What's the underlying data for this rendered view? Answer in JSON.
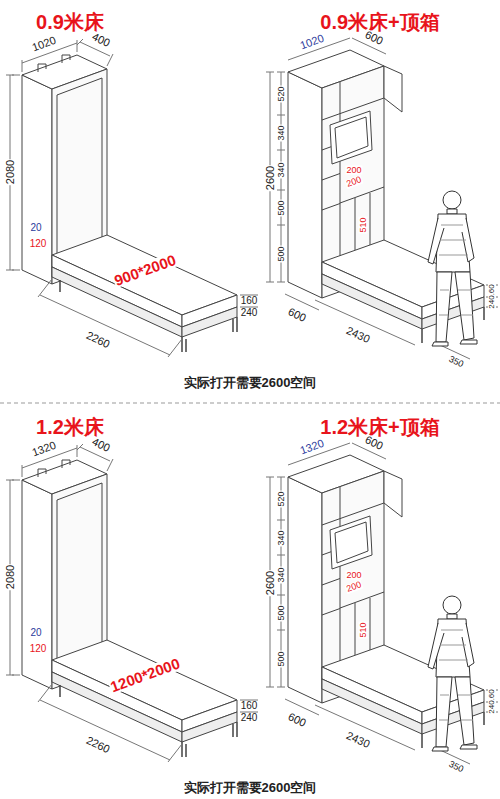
{
  "diagram": {
    "labels": [
      "0.9米床",
      "1020",
      "400",
      "2080",
      "20",
      "120",
      "900*2000",
      "160",
      "240",
      "2260",
      "0.9米床+顶箱",
      "1020",
      "600",
      "520",
      "340",
      "200",
      "340",
      "200",
      "500",
      "510",
      "500",
      "2600",
      "600",
      "2430",
      "160",
      "240",
      "350",
      "实际打开需要2600空间",
      "1.2米床",
      "1320",
      "400",
      "2080",
      "20",
      "120",
      "1200*2000",
      "160",
      "240",
      "2260",
      "1.2米床+顶箱",
      "1320",
      "600",
      "520",
      "340",
      "200",
      "340",
      "200",
      "500",
      "510",
      "500",
      "2600",
      "600",
      "2430",
      "160",
      "240",
      "350",
      "实际打开需要2600空间"
    ]
  }
}
